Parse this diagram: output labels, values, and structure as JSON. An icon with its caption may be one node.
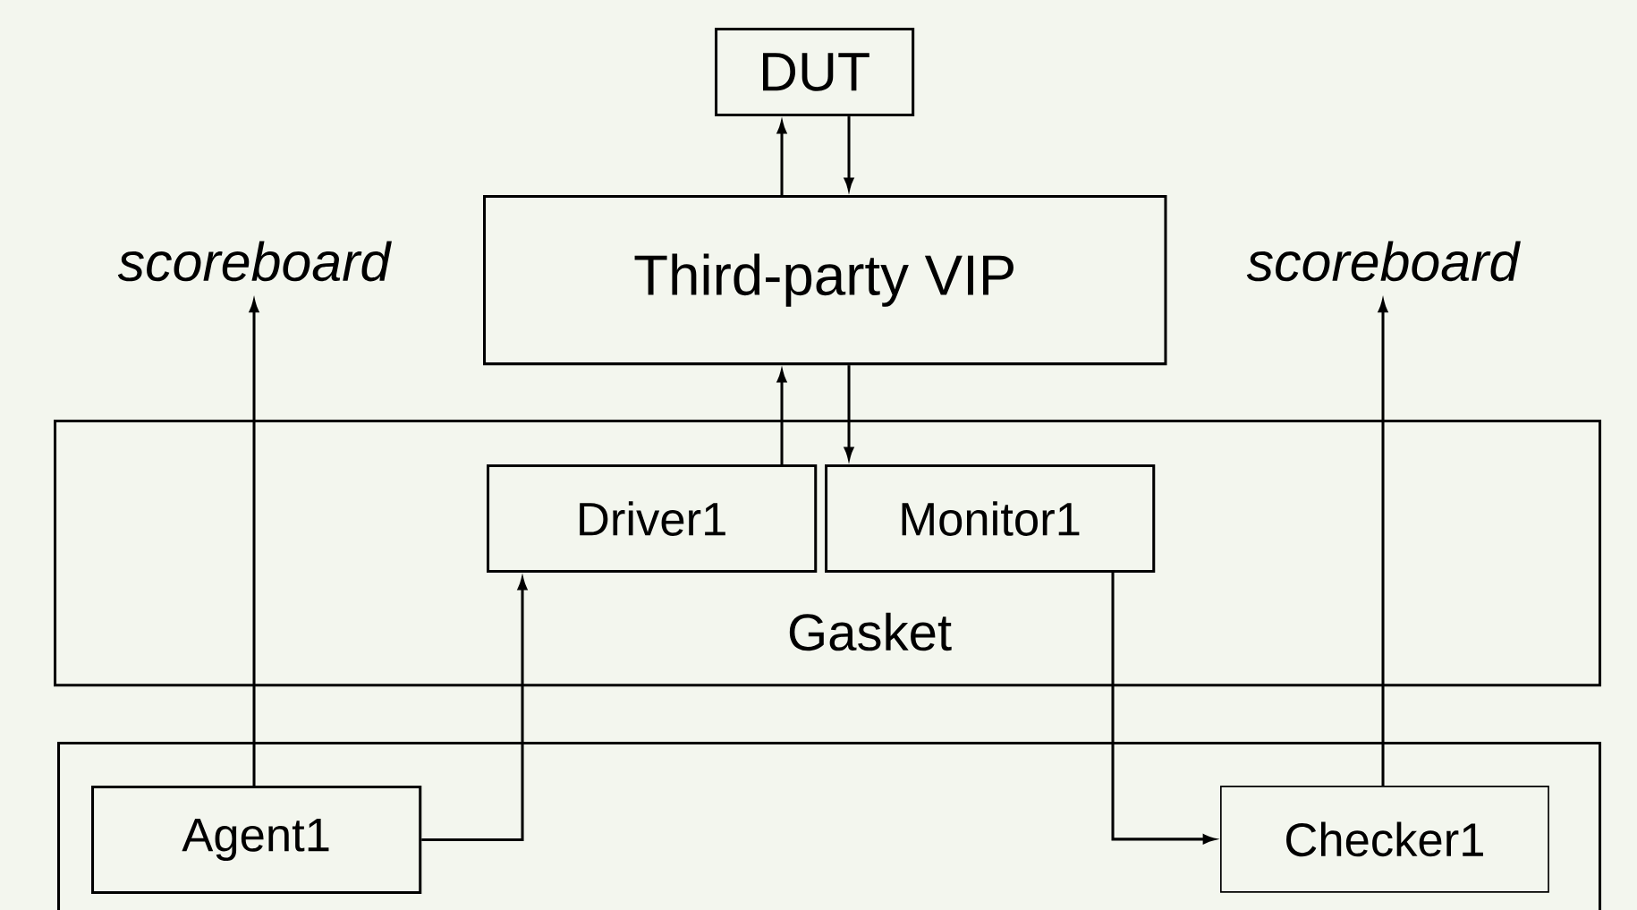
{
  "diagram": {
    "nodes": [
      {
        "text": [
          "DUT"
        ]
      },
      {
        "text": [
          "scoreboard"
        ]
      },
      {
        "text": [
          "Third-party VIP"
        ]
      },
      {
        "text": [
          "scoreboard"
        ]
      },
      {
        "text": [
          "Gasket"
        ]
      },
      {
        "text": [
          "Driver1"
        ],
        "in": 4
      },
      {
        "text": [
          "Monitor1"
        ],
        "in": 4
      },
      {
        "text": [],
        "shape": "box"
      },
      {
        "text": [
          "Agent1"
        ],
        "in": 7
      },
      {
        "text": [
          "Checker1"
        ],
        "in": 7
      }
    ],
    "edges": [
      {
        "from": 2,
        "to": 0,
        "arrow": "to"
      },
      {
        "from": 0,
        "to": 2,
        "arrow": "to"
      },
      {
        "from": 5,
        "to": 2,
        "arrow": "to"
      },
      {
        "from": 2,
        "to": 6,
        "arrow": "to"
      },
      {
        "from": 8,
        "to": 1,
        "arrow": "to"
      },
      {
        "from": 8,
        "to": 5,
        "arrow": "to"
      },
      {
        "from": 6,
        "to": 9,
        "arrow": "to"
      },
      {
        "from": 9,
        "to": 3,
        "arrow": "to"
      }
    ]
  }
}
